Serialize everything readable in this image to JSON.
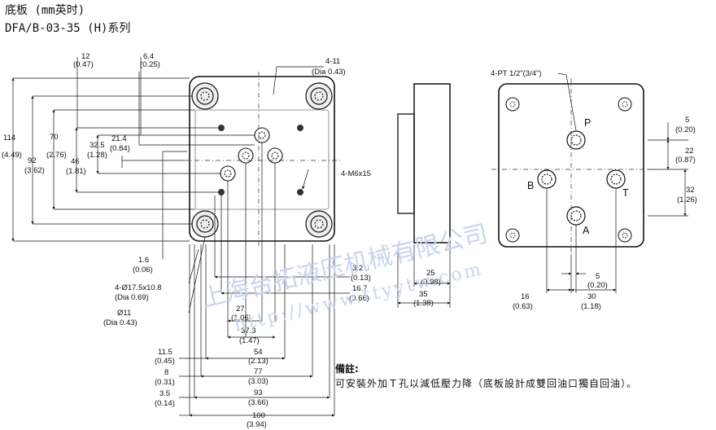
{
  "header": {
    "title": "底板 (mm英时)",
    "series": "DFA/B-03-35 (H)系列"
  },
  "watermark": {
    "company": "上海台拓液压机械有限公司",
    "url": "http://www.ttyytw.com"
  },
  "labels": {
    "d12": "12",
    "d12in": "(0.47)",
    "d64": "6.4",
    "d64in": "(0.25)",
    "d411": "4-11",
    "d411in": "(Dia 0.43)",
    "d114": "114",
    "d114in": "(4.49)",
    "d92": "92",
    "d92in": "(3.62)",
    "d70": "70",
    "d70in": "(2.76)",
    "d46": "46",
    "d46in": "(1.81)",
    "d325": "32.5",
    "d325in": "(1.28)",
    "d214": "21.4",
    "d214in": "(0.84)",
    "m6": "4-M6x15",
    "d16": "1.6",
    "d16in": "(0.06)",
    "cb": "4-Ø17.5x10.8",
    "cbin": "(Dia 0.69)",
    "d11": "Ø11",
    "d11in": "(Dia 0.43)",
    "d32": "3.2",
    "d32in": "(0.13)",
    "d167": "16.7",
    "d167in": "(0.66)",
    "d27": "27",
    "d27in": "(1.06)",
    "d373": "37.3",
    "d373in": "(1.47)",
    "d54": "54",
    "d54in": "(2.13)",
    "d115": "11.5",
    "d115in": "(0.45)",
    "d77": "77",
    "d77in": "(3.03)",
    "d8": "8",
    "d8in": "(0.31)",
    "d93": "93",
    "d93in": "(3.66)",
    "d35": "3.5",
    "d35in": "(0.14)",
    "d100": "100",
    "d100in": "(3.94)",
    "s25": "25",
    "s25in": "(0.98)",
    "s35": "35",
    "s35in": "(1.38)",
    "pt": "4-PT 1/2\"(3/4\")",
    "portP": "P",
    "portT": "T",
    "portA": "A",
    "portB": "B",
    "r5": "5",
    "r5in": "(0.20)",
    "r22": "22",
    "r22in": "(0.87)",
    "r32": "32",
    "r32in": "(1.26)",
    "b5": "5",
    "b5in": "(0.20)",
    "b16": "16",
    "b16in": "(0.63)",
    "b30": "30",
    "b30in": "(1.18)"
  },
  "note": {
    "title": "備註:",
    "text": "可安裝外加Ｔ孔以減低壓力降（底板設計成雙回油口獨自回油）。"
  }
}
